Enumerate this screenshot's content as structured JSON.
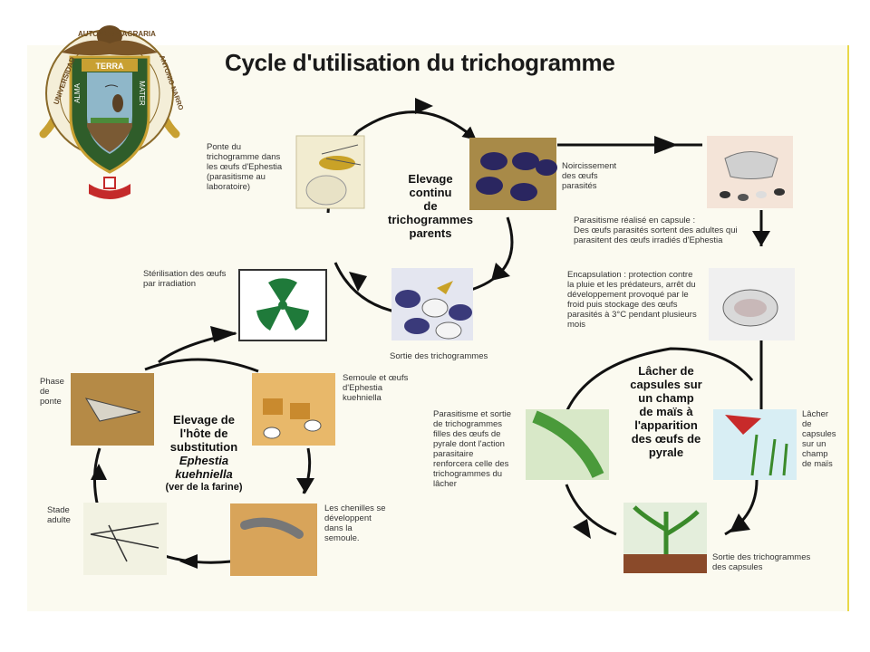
{
  "title": "Cycle d'utilisation du trichogramme",
  "logo": {
    "ring_left": "UNIVERSIDAD",
    "ring_top": "AUTONOMA AGRARIA",
    "ring_right": "ANTONIO NARRO",
    "banner": "TERRA",
    "left_text": "ALMA",
    "right_text": "MATER"
  },
  "cycles": {
    "parents": [
      "Elevage",
      "continu",
      "de",
      "trichogrammes",
      "parents"
    ],
    "host": {
      "line1": "Elevage de",
      "line2": "l'hôte de",
      "line3": "substitution",
      "species": "Ephestia",
      "species2": "kuehniella",
      "note": "(ver de la farine)"
    },
    "release": [
      "Lâcher de",
      "capsules sur",
      "un champ",
      "de maïs à",
      "l'apparition",
      "des œufs de",
      "pyrale"
    ]
  },
  "labels": {
    "ponte": [
      "Ponte du",
      "trichogramme dans",
      "les œufs d'Ephestia",
      "(parasitisme au",
      "laboratoire)"
    ],
    "noircissement": [
      "Noircissement",
      "des œufs",
      "parasités"
    ],
    "sortie_tricho": [
      "Sortie des trichogrammes"
    ],
    "sterilisation": [
      "Stérilisation des œufs",
      "par irradiation"
    ],
    "parasitisme_capsule": [
      "Parasitisme réalisé en capsule :",
      "Des œufs parasités sortent des adultes qui",
      "parasitent des œufs irradiés d'Ephestia"
    ],
    "encapsulation": [
      "Encapsulation : protection contre",
      "la pluie et les prédateurs, arrêt du",
      "développement provoqué par le",
      "froid puis stockage des œufs",
      "parasités à 3°C pendant plusieurs",
      "mois"
    ],
    "phase_ponte": [
      "Phase",
      "de",
      "ponte"
    ],
    "semoule": [
      "Semoule et œufs",
      "d'Ephestia",
      "kuehniella"
    ],
    "stade_adulte": [
      "Stade",
      "adulte"
    ],
    "chenilles": [
      "Les chenilles se",
      "développent",
      "dans la",
      "semoule."
    ],
    "parasitisme_sortie": [
      "Parasitisme et sortie",
      "de trichogrammes",
      "filles des œufs de",
      "pyrale dont l'action",
      "parasitaire",
      "renforcera celle des",
      "trichogrammes du",
      "lâcher"
    ],
    "lacher_capsules": [
      "Lâcher",
      "de",
      "capsules",
      "sur un",
      "champ",
      "de maïs"
    ],
    "sortie_capsules": [
      "Sortie des trichogrammes",
      "des capsules"
    ]
  },
  "icons": [
    "logo-seal",
    "wasp-on-egg",
    "dark-eggs",
    "capsule-cup",
    "radiation-symbol",
    "eggs-hatching",
    "opened-capsule",
    "moth-laying",
    "semolina-eggs",
    "caterpillar",
    "adult-moth",
    "corn-leaf",
    "field-release",
    "corn-stalk"
  ],
  "colors": {
    "panel": "#fbfaf0",
    "edge": "#e8d84a",
    "arrow": "#111111",
    "radiation": "#1f7a3a",
    "shield": "#2f5d2a",
    "gold": "#c8a032"
  }
}
